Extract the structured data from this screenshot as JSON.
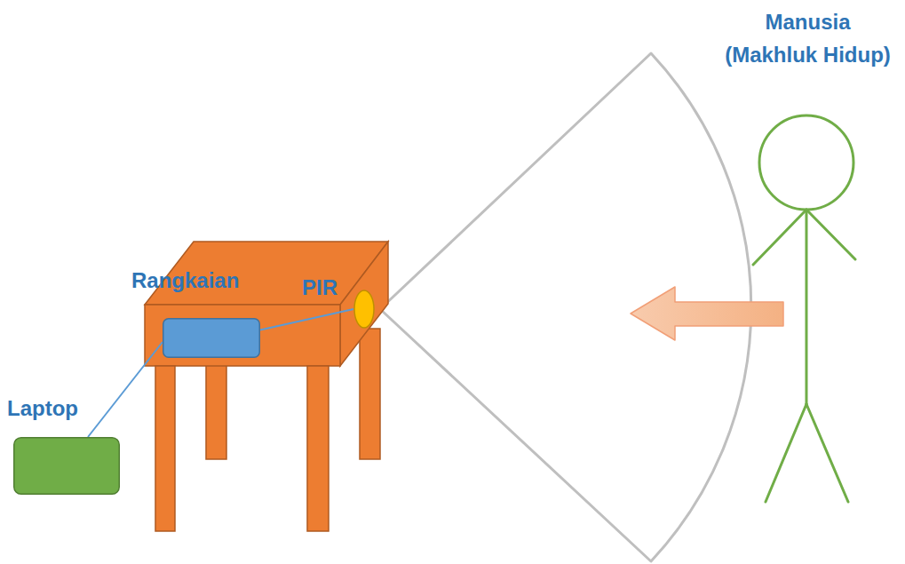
{
  "diagram": {
    "nodes": [
      {
        "text": [
          "Rangkaian"
        ]
      },
      {
        "text": [
          "PIR"
        ]
      },
      {
        "text": [
          "Laptop"
        ]
      }
    ],
    "edges": [
      {
        "from": 2,
        "to": 0,
        "arrow": "none"
      },
      {
        "from": 0,
        "to": 1,
        "arrow": "none"
      }
    ],
    "labels": [
      "Manusia (Makhluk Hidup)"
    ]
  }
}
